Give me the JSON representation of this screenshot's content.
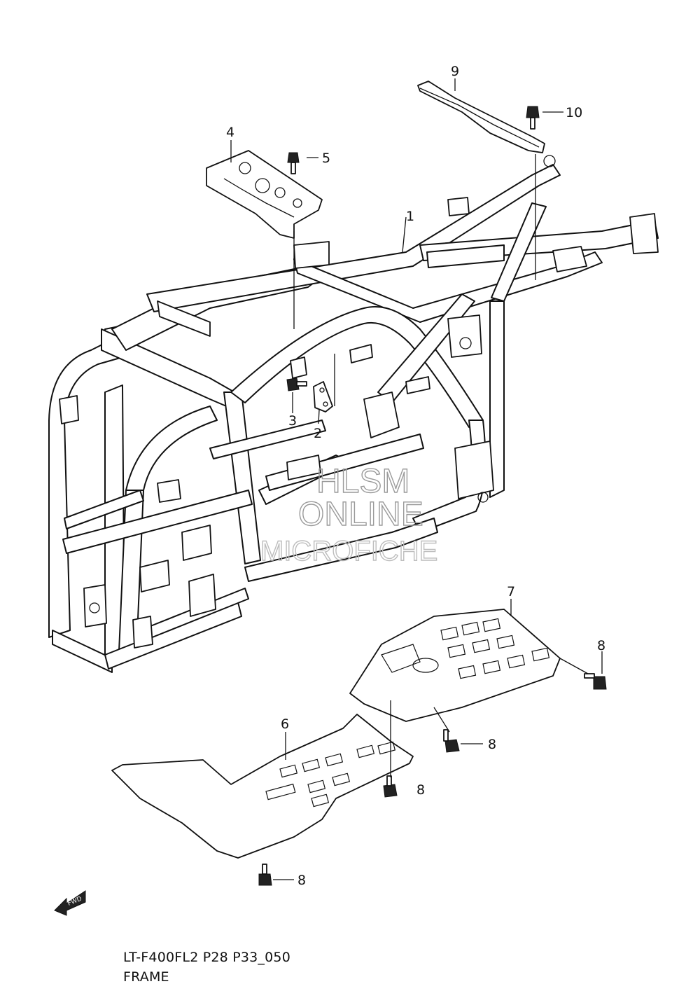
{
  "diagram": {
    "callouts": [
      {
        "id": "c1",
        "label": "1"
      },
      {
        "id": "c2",
        "label": "2"
      },
      {
        "id": "c3",
        "label": "3"
      },
      {
        "id": "c4",
        "label": "4"
      },
      {
        "id": "c5",
        "label": "5"
      },
      {
        "id": "c6",
        "label": "6"
      },
      {
        "id": "c7",
        "label": "7"
      },
      {
        "id": "c8a",
        "label": "8"
      },
      {
        "id": "c8b",
        "label": "8"
      },
      {
        "id": "c8c",
        "label": "8"
      },
      {
        "id": "c8d",
        "label": "8"
      },
      {
        "id": "c9",
        "label": "9"
      },
      {
        "id": "c10",
        "label": "10"
      }
    ],
    "watermark": {
      "line1": "HLSM",
      "line2": "ONLINE",
      "line3": "MICROFICHE"
    },
    "fwd_arrow_label": "FWD"
  },
  "caption": {
    "code": "LT-F400FL2 P28 P33_050",
    "title": "FRAME"
  }
}
